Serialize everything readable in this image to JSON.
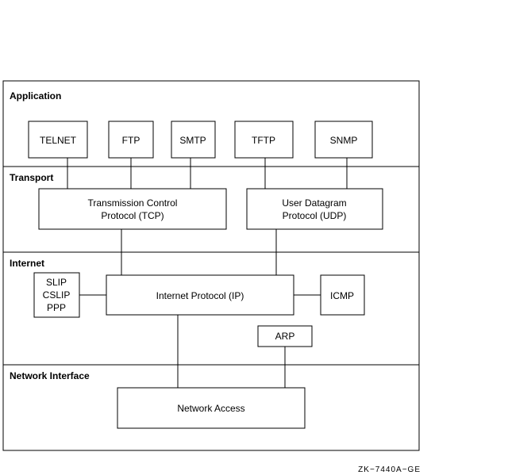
{
  "layers": {
    "application": "Application",
    "transport": "Transport",
    "internet": "Internet",
    "network_interface": "Network Interface"
  },
  "boxes": {
    "telnet": "TELNET",
    "ftp": "FTP",
    "smtp": "SMTP",
    "tftp": "TFTP",
    "snmp": "SNMP",
    "tcp": [
      "Transmission Control",
      "Protocol (TCP)"
    ],
    "udp": [
      "User Datagram",
      "Protocol (UDP)"
    ],
    "slip": [
      "SLIP",
      "CSLIP",
      "PPP"
    ],
    "ip": "Internet Protocol (IP)",
    "icmp": "ICMP",
    "arp": "ARP",
    "network_access": "Network Access"
  },
  "figure_code": "ZK−7440A−GE"
}
